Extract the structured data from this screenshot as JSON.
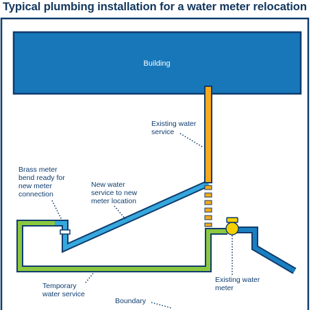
{
  "title": "Typical plumbing installation for a water meter relocation",
  "building_label": "Building",
  "labels": {
    "existing_service": [
      "Existing water",
      "service"
    ],
    "brass_bend": [
      "Brass meter",
      "bend ready for",
      "new meter",
      "connection"
    ],
    "new_service": [
      "New water",
      "service to new",
      "meter location"
    ],
    "temporary_service": [
      "Temporary",
      "water service"
    ],
    "existing_meter": [
      "Existing water",
      "meter"
    ],
    "boundary": [
      "Boundary"
    ]
  },
  "colors": {
    "title": "#12365d",
    "boundary_line": "#0f3c6e",
    "building_fill": "#1777b9",
    "pipe_outline": "#0f3c6e",
    "new_service_pipe": "#35a8dd",
    "temporary_pipe": "#8cc83f",
    "existing_pipe": "#f6aa1c",
    "meter": "#f5d000"
  }
}
